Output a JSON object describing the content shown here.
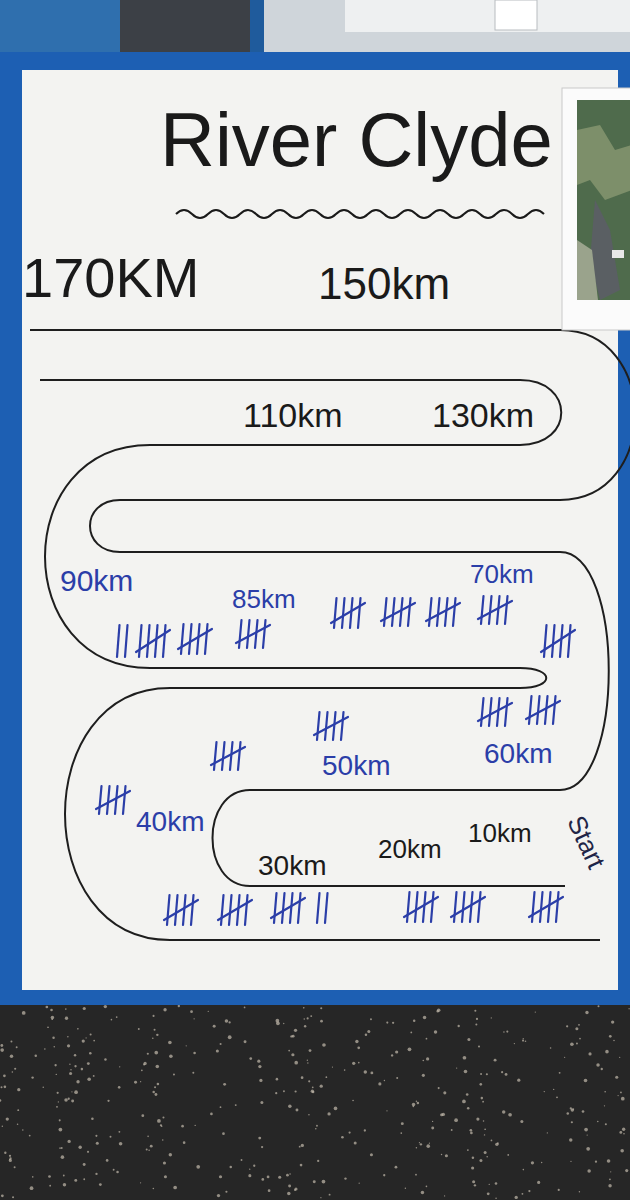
{
  "diagram": {
    "title": "River Clyde",
    "labels": [
      "170KM",
      "150km",
      "110km",
      "130km",
      "90km",
      "85km",
      "70km",
      "60km",
      "50km",
      "40km",
      "30km",
      "20km",
      "10km",
      "Start"
    ]
  }
}
